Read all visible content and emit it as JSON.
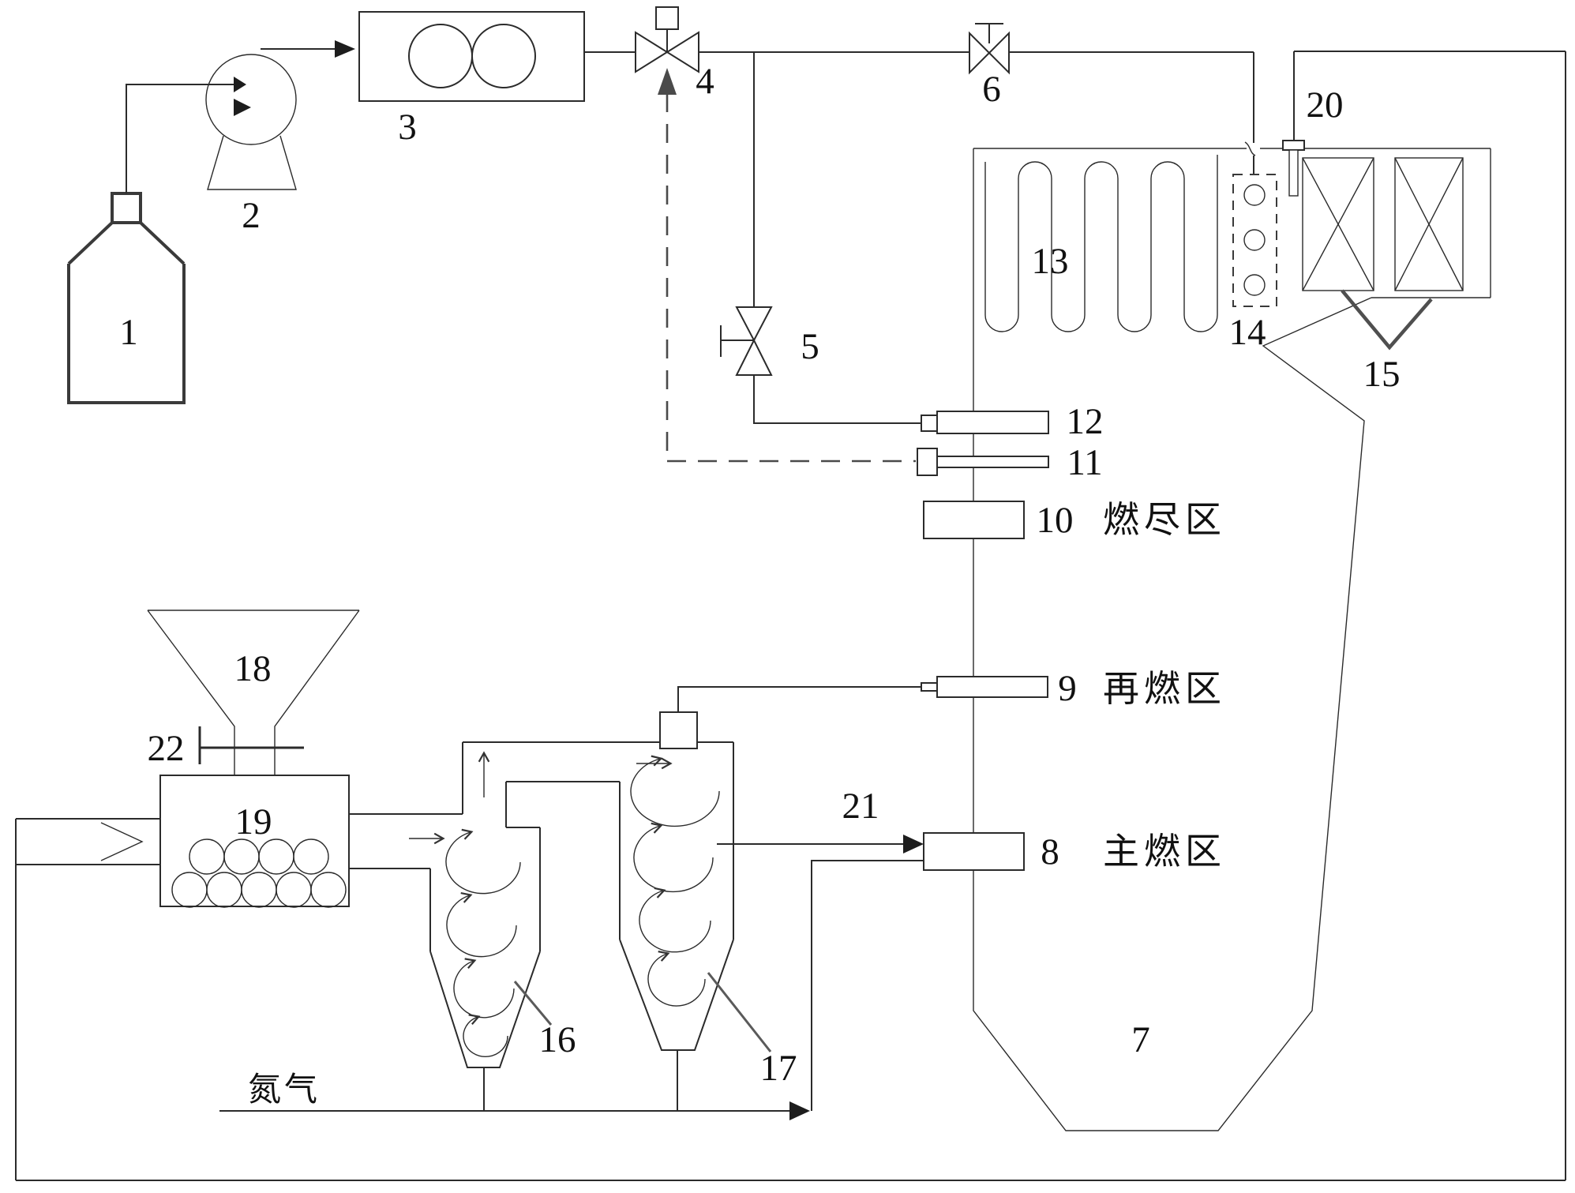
{
  "figure": {
    "kind": "patent combustion-system schematic",
    "background": "#ffffff",
    "line_color": "#2b2b2b"
  },
  "labels": {
    "c1": "1",
    "c2": "2",
    "c3": "3",
    "c4": "4",
    "c5": "5",
    "c6": "6",
    "c7": "7",
    "c8": "8",
    "c9": "9",
    "c10": "10",
    "c11": "11",
    "c12": "12",
    "c13": "13",
    "c14": "14",
    "c15": "15",
    "c16": "16",
    "c17": "17",
    "c18": "18",
    "c19": "19",
    "c20": "20",
    "c21": "21",
    "c22": "22"
  },
  "zones": {
    "burnout": "燃尽区",
    "reburn": "再燃区",
    "main": "主燃区"
  },
  "annotations": {
    "nitrogen": "氮气"
  }
}
